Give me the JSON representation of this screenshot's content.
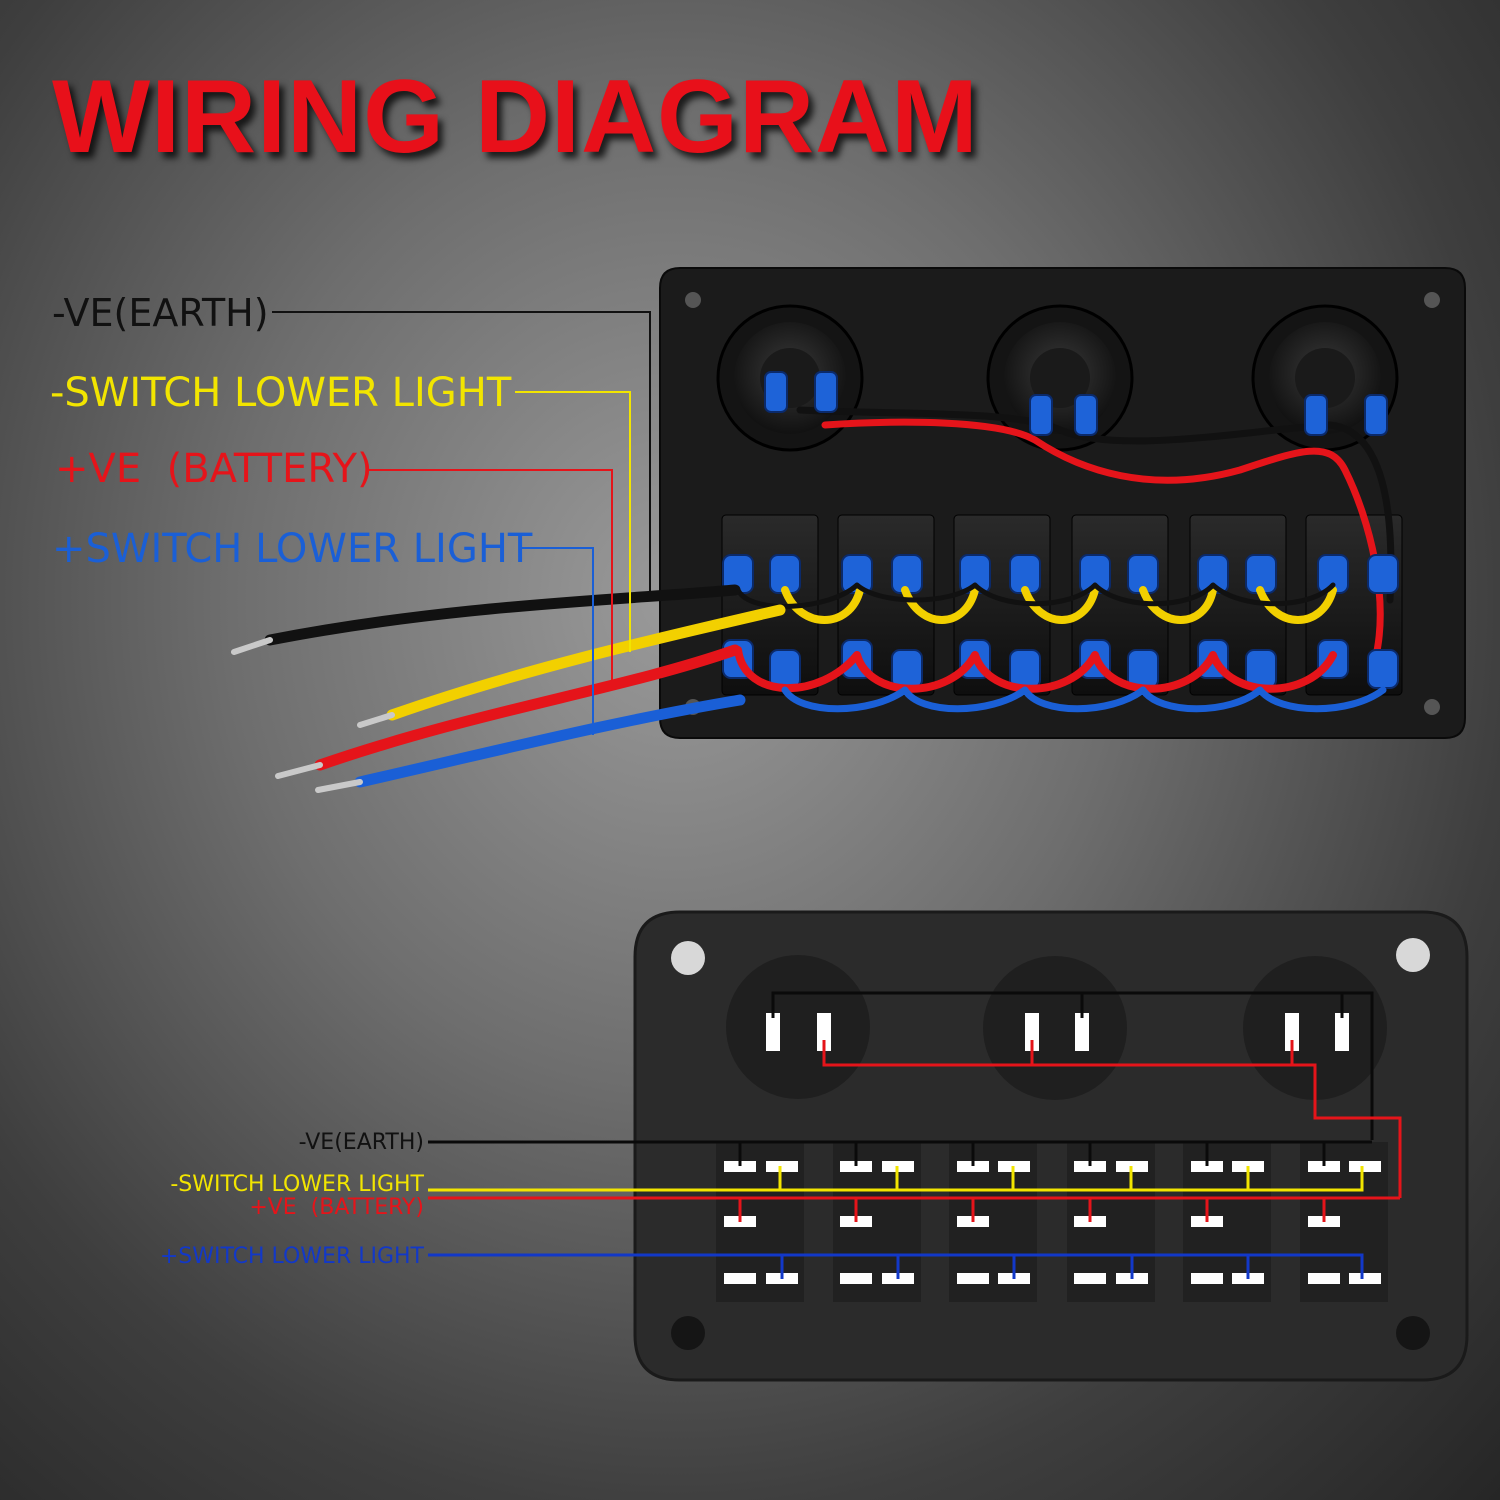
{
  "title": "WIRING DIAGRAM",
  "colors": {
    "title": "#e8101a",
    "earth": "#111111",
    "switch_lower_neg": "#f2e500",
    "battery": "#e5141a",
    "switch_lower_pos": "#1a5fd6",
    "switch_lower_pos_schematic": "#1238c8",
    "panel": "#2b2b2b"
  },
  "top_labels": {
    "earth": "-VE(EARTH)",
    "switch_lower_neg": "-SWITCH LOWER LIGHT",
    "battery": "+VE  (BATTERY)",
    "switch_lower_pos": "+SWITCH LOWER LIGHT"
  },
  "bottom_labels": {
    "earth": "-VE(EARTH)",
    "switch_lower_neg": "-SWITCH LOWER LIGHT",
    "battery": "+VE  (BATTERY)",
    "switch_lower_pos": "+SWITCH LOWER LIGHT"
  },
  "panel": {
    "sockets": 3,
    "rocker_switches": 6
  }
}
